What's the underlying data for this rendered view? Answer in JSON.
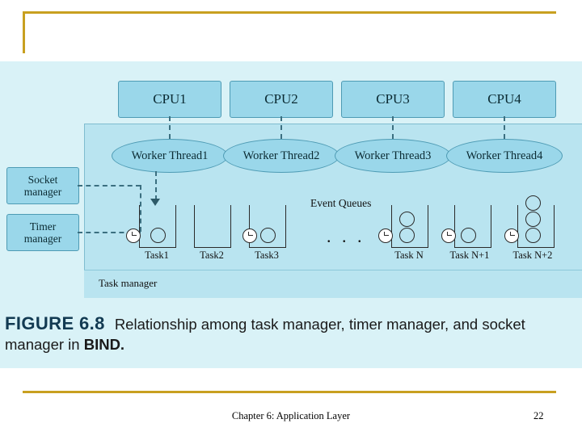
{
  "slide": {
    "footer_text": "Chapter 6: Application Layer",
    "page_number": "22",
    "accent_color": "#c8a020"
  },
  "figure": {
    "background_color": "#d9f2f7",
    "panel_color": "#b9e4f0",
    "box_color": "#9ad7ea",
    "cpus": [
      {
        "label": "CPU1"
      },
      {
        "label": "CPU2"
      },
      {
        "label": "CPU3"
      },
      {
        "label": "CPU4"
      }
    ],
    "workers": [
      {
        "label": "Worker Thread1"
      },
      {
        "label": "Worker Thread2"
      },
      {
        "label": "Worker Thread3"
      },
      {
        "label": "Worker Thread4"
      }
    ],
    "managers": [
      {
        "line1": "Socket",
        "line2": "manager"
      },
      {
        "line1": "Timer",
        "line2": "manager"
      }
    ],
    "event_queues_label": "Event Queues",
    "ellipsis": ". . .",
    "task_manager_label": "Task manager",
    "tasks": [
      {
        "label": "Task1",
        "items": 1,
        "has_clock": true
      },
      {
        "label": "Task2",
        "items": 0,
        "has_clock": false
      },
      {
        "label": "Task3",
        "items": 1,
        "has_clock": true
      },
      {
        "label": "Task N",
        "items": 2,
        "has_clock": true
      },
      {
        "label": "Task N+1",
        "items": 1,
        "has_clock": true
      },
      {
        "label": "Task N+2",
        "items": 3,
        "has_clock": true
      }
    ]
  },
  "caption": {
    "figure_number": "FIGURE 6.8",
    "line1": "Relationship among task manager, timer manager, and socket",
    "line2_prefix": "manager in ",
    "line2_bold": "BIND."
  }
}
